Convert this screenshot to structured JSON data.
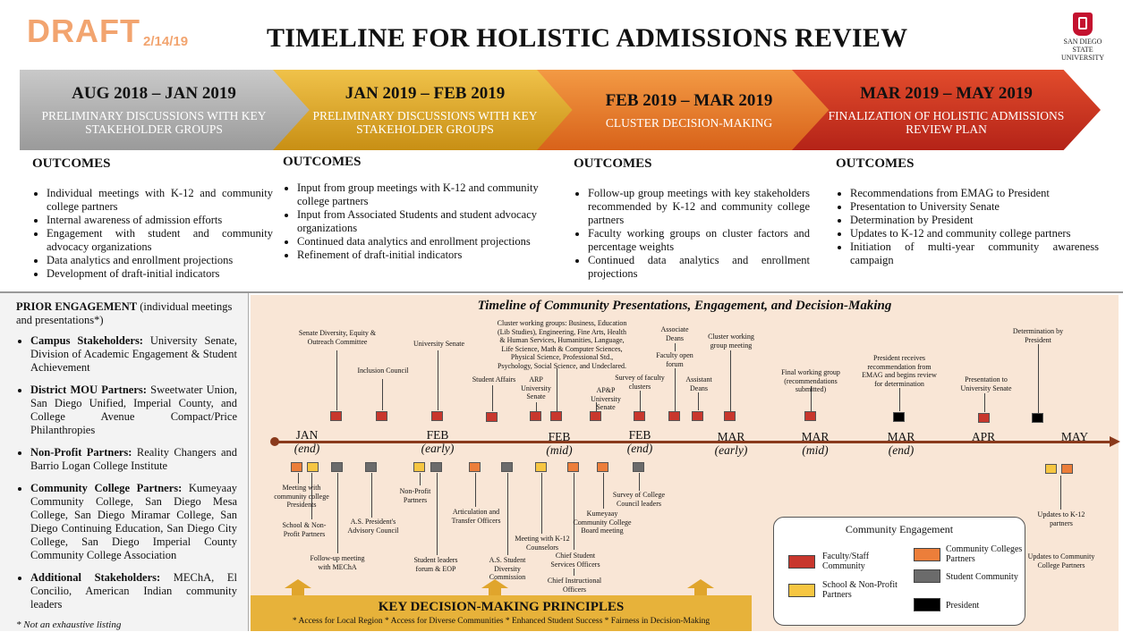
{
  "header": {
    "draft": "DRAFT",
    "date": "2/14/19",
    "title": "TIMELINE FOR HOLISTIC ADMISSIONS REVIEW",
    "logo_line1": "San Diego State",
    "logo_line2": "University"
  },
  "phases": [
    {
      "dates": "AUG 2018 – JAN 2019",
      "label": "PRELIMINARY DISCUSSIONS WITH KEY STAKEHOLDER GROUPS"
    },
    {
      "dates": "JAN 2019 – FEB 2019",
      "label": "PRELIMINARY DISCUSSIONS WITH KEY STAKEHOLDER GROUPS"
    },
    {
      "dates": "FEB 2019 – MAR 2019",
      "label": "CLUSTER DECISION-MAKING"
    },
    {
      "dates": "MAR 2019 – MAY 2019",
      "label": "FINALIZATION OF HOLISTIC ADMISSIONS REVIEW PLAN"
    }
  ],
  "outcomes_heading": "OUTCOMES",
  "outcomes": [
    [
      "Individual meetings with K-12 and community college partners",
      "Internal awareness of admission efforts",
      "Engagement with student and community advocacy organizations",
      "Data analytics and enrollment projections",
      "Development of draft-initial indicators"
    ],
    [
      "Input from group meetings with K-12 and community college partners",
      "Input from Associated Students and student advocacy organizations",
      "Continued data analytics and enrollment projections",
      "Refinement of draft-initial indicators"
    ],
    [
      "Follow-up group meetings with key stakeholders recommended by K-12 and community college partners",
      "Faculty working groups on cluster factors and percentage weights",
      "Continued data analytics and enrollment projections"
    ],
    [
      "Recommendations from EMAG to President",
      "Presentation to University Senate",
      "Determination by President",
      "Updates to K-12 and community college partners",
      "Initiation of multi-year community awareness campaign"
    ]
  ],
  "prior": {
    "heading": "PRIOR ENGAGEMENT",
    "heading_note": " (individual meetings and presentations*)",
    "items": [
      {
        "label": "Campus Stakeholders:",
        "text": " University Senate, Division of Academic Engagement & Student Achievement"
      },
      {
        "label": "District MOU Partners:",
        "text": " Sweetwater Union, San Diego Unified, Imperial County, and College Avenue Compact/Price Philanthropies"
      },
      {
        "label": "Non-Profit Partners:",
        "text": " Reality Changers and Barrio Logan College Institute"
      },
      {
        "label": "Community College Partners:",
        "text": " Kumeyaay Community College, San Diego Mesa College, San Diego Miramar College, San Diego Continuing Education, San Diego City College, San Diego Imperial County Community College Association"
      },
      {
        "label": "Additional Stakeholders:",
        "text": " MEChA, El Concilio, American Indian community leaders"
      }
    ],
    "footnote": "* Not an exhaustive listing"
  },
  "timeline": {
    "title": "Timeline of Community Presentations, Engagement, and Decision-Making",
    "months": [
      {
        "m": "JAN",
        "q": "(end)"
      },
      {
        "m": "FEB",
        "q": "(early)"
      },
      {
        "m": "FEB",
        "q": "(mid)"
      },
      {
        "m": "FEB",
        "q": "(end)"
      },
      {
        "m": "MAR",
        "q": "(early)"
      },
      {
        "m": "MAR",
        "q": "(mid)"
      },
      {
        "m": "MAR",
        "q": "(end)"
      },
      {
        "m": "APR",
        "q": ""
      },
      {
        "m": "MAY",
        "q": ""
      }
    ],
    "above": [
      "Senate Diversity, Equity & Outreach Committee",
      "Inclusion Council",
      "University Senate",
      "Student Affairs",
      "ARP University Senate",
      "Cluster working groups: Business, Education (Lib Studies), Engineering, Fine Arts, Health & Human Services, Humanities, Language, Life Science, Math & Computer Sciences, Physical Science, Professional Std., Psychology, Social Science, and Undeclared.",
      "AP&P University Senate",
      "Survey of faculty clusters",
      "Associate Deans",
      "Faculty open forum",
      "Assistant Deans",
      "Cluster working group meeting",
      "Final working group (recommendations submitted)",
      "President receives recommendation from EMAG and begins review for determination",
      "Presentation to University Senate",
      "Determination by President"
    ],
    "below": [
      "Meeting with community college Presidents",
      "School & Non-Profit Partners",
      "Follow-up meeting with MEChA",
      "A.S. President's Advisory Council",
      "Non-Profit Partners",
      "Student leaders forum & EOP",
      "Articulation and Transfer Officers",
      "A.S. Student Diversity Commission",
      "Meeting with K-12 Counselors",
      "Chief Student Services Officers",
      "Chief Instructional Officers",
      "Kumeyaay Community College Board meeting",
      "Survey of College Council leaders",
      "Updates to K-12 partners",
      "Updates to Community College Partners"
    ]
  },
  "legend": {
    "title": "Community Engagement",
    "items": [
      "Faculty/Staff Community",
      "Community Colleges Partners",
      "School & Non-Profit Partners",
      "Student Community",
      "President"
    ],
    "colors": {
      "faculty": "#c8372d",
      "college": "#ec7e3a",
      "school": "#f6c642",
      "student": "#6b6b6b",
      "president": "#000000"
    }
  },
  "principles": {
    "heading": "KEY DECISION-MAKING PRINCIPLES",
    "text": "* Access for Local Region * Access for Diverse Communities * Enhanced Student Success * Fairness in Decision-Making"
  }
}
